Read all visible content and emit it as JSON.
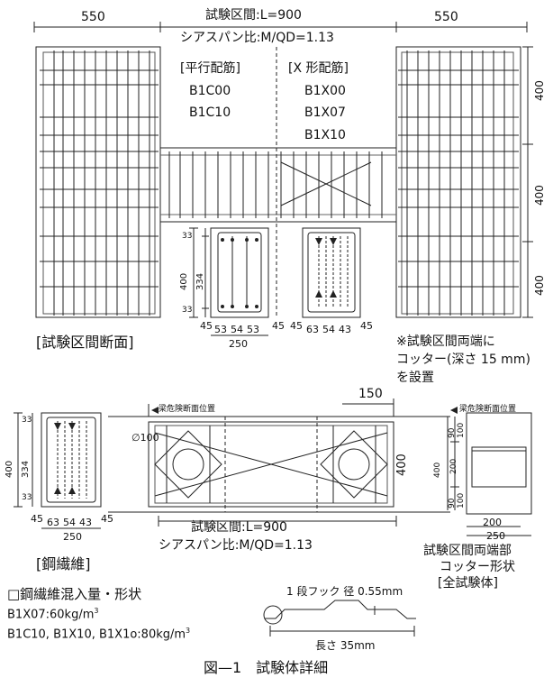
{
  "top": {
    "dim_left": "550",
    "dim_right": "550",
    "test_zone": "試験区間:L=900",
    "shear_span": "シアスパン比:M/QD=1.13",
    "parallel_head": "[平行配筋]",
    "parallel_items": [
      "B1C00",
      "B1C10"
    ],
    "x_head": "[X 形配筋]",
    "x_items": [
      "B1X00",
      "B1X07",
      "B1X10"
    ],
    "dims_right": [
      "400",
      "400",
      "400"
    ]
  },
  "section_left": {
    "d33a": "33",
    "d400": "400",
    "d334": "334",
    "d33b": "33",
    "bottom": "45",
    "w1": "53",
    "w2": "54",
    "w3": "53",
    "bottom_r": "45",
    "total": "250"
  },
  "section_right": {
    "bottom": "45",
    "w1": "63",
    "w2": "54",
    "w3": "43",
    "bottom_r": "45"
  },
  "caption_section": "[試験区間断面]",
  "note": [
    "※試験区間両端に",
    "コッター(深さ 15 mm)",
    "を設置"
  ],
  "middle": {
    "danger_label": "梁危険断面位置",
    "dim150": "150",
    "phi": "∅100",
    "dim400": "400",
    "test_zone": "試験区間:L=900",
    "shear_span": "シアスパン比:M/QD=1.13"
  },
  "steel_section": {
    "d33a": "33",
    "d400": "400",
    "d334": "334",
    "d33b": "33",
    "bottom": "45",
    "w1": "63",
    "w2": "54",
    "w3": "43",
    "bottom_r": "45",
    "total": "250",
    "caption": "[鋼繊維]"
  },
  "cotter": {
    "danger_label": "梁危険断面位置",
    "dims": [
      "90",
      "100",
      "400",
      "200",
      "100",
      "90"
    ],
    "w200": "200",
    "w250": "250",
    "caption": [
      "試験区間両端部",
      "コッター形状",
      "[全試験体]"
    ]
  },
  "fiber": {
    "heading": "□鋼繊維混入量・形状",
    "line1": "B1X07:60kg/m",
    "line2": "B1C10, B1X10, B1X1o:80kg/m",
    "sup": "3",
    "hook": "1 段フック 径 0.55mm",
    "length": "長さ 35mm"
  },
  "figure_caption": "図—1　試験体詳細"
}
